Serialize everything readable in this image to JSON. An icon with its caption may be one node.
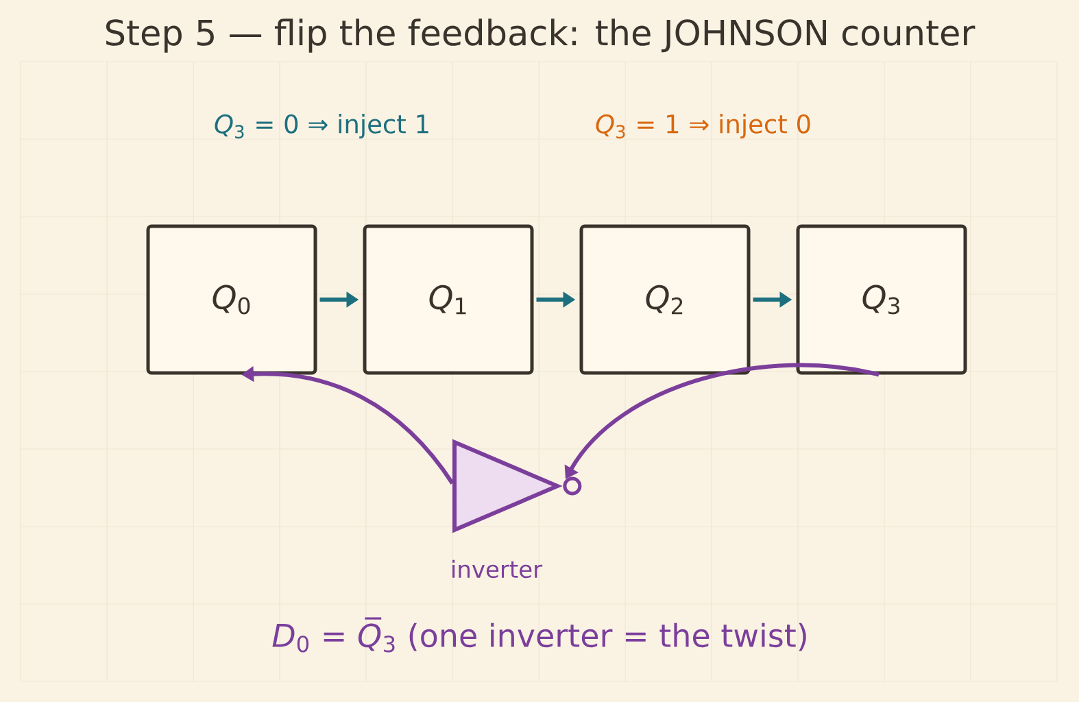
{
  "diagram": {
    "title": "Step 5 — flip the feedback: the JOHNSON counter",
    "nodes": [
      {
        "text": [
          "*Q*$_{0}$"
        ]
      },
      {
        "text": [
          "*Q*$_{1}$"
        ]
      },
      {
        "text": [
          "*Q*$_{2}$"
        ]
      },
      {
        "text": [
          "*Q*$_{3}$"
        ]
      },
      {
        "text": [],
        "shape": "triangle",
        "beside": [
          "inverter"
        ]
      }
    ],
    "edges": [
      {
        "from": 0,
        "to": 1,
        "arrow": "to"
      },
      {
        "from": 1,
        "to": 2,
        "arrow": "to"
      },
      {
        "from": 2,
        "to": 3,
        "arrow": "to"
      },
      {
        "from": 3,
        "to": 4,
        "arrow": "to",
        "color": "#7b3f9b"
      },
      {
        "from": 4,
        "to": 0,
        "arrow": "to",
        "color": "#7b3f9b"
      }
    ],
    "labels": [
      "*Q*$_{3}$ = 0 ⇒ inject 1",
      "*Q*$_{3}$ = 1 ⇒ inject 0"
    ],
    "caption": "*D*$_{0}$ = *Q̅*$_{3}$ (one inverter = the twist)"
  }
}
